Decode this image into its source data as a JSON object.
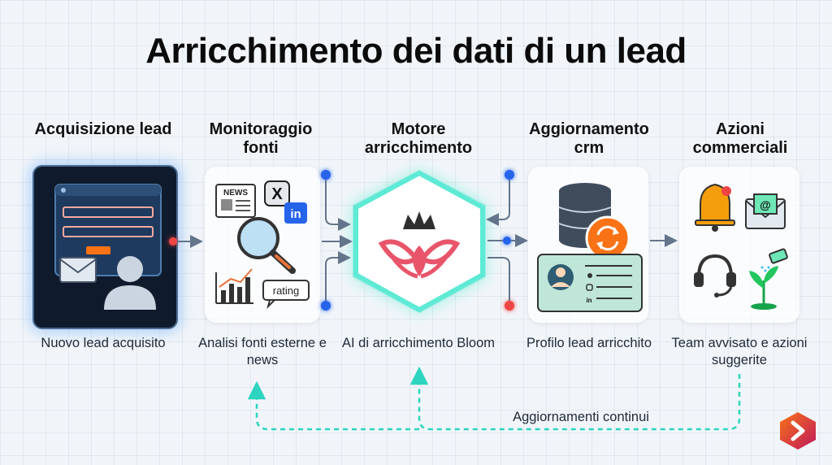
{
  "title": "Arricchimento dei dati di un lead",
  "stages": [
    {
      "label": "Acquisizione lead",
      "description": "Nuovo lead acquisito"
    },
    {
      "label": "Monitoraggio fonti",
      "description": "Analisi fonti esterne e news"
    },
    {
      "label": "Motore arricchimento",
      "description": "AI di arricchimento Bloom"
    },
    {
      "label": "Aggiornamento crm",
      "description": "Profilo lead arricchito"
    },
    {
      "label": "Azioni commerciali",
      "description": "Team avvisato e azioni suggerite"
    }
  ],
  "icon_text": {
    "news": "NEWS",
    "x_logo": "X",
    "linkedin": "in",
    "rating": "rating",
    "at": "@"
  },
  "feedback_label": "Aggiornamenti continui",
  "colors": {
    "dark_card": "#0f1b2d",
    "teal_glow": "#5eead4",
    "accent_orange": "#f97316",
    "node_blue": "#2563eb",
    "node_red": "#ef4444"
  }
}
